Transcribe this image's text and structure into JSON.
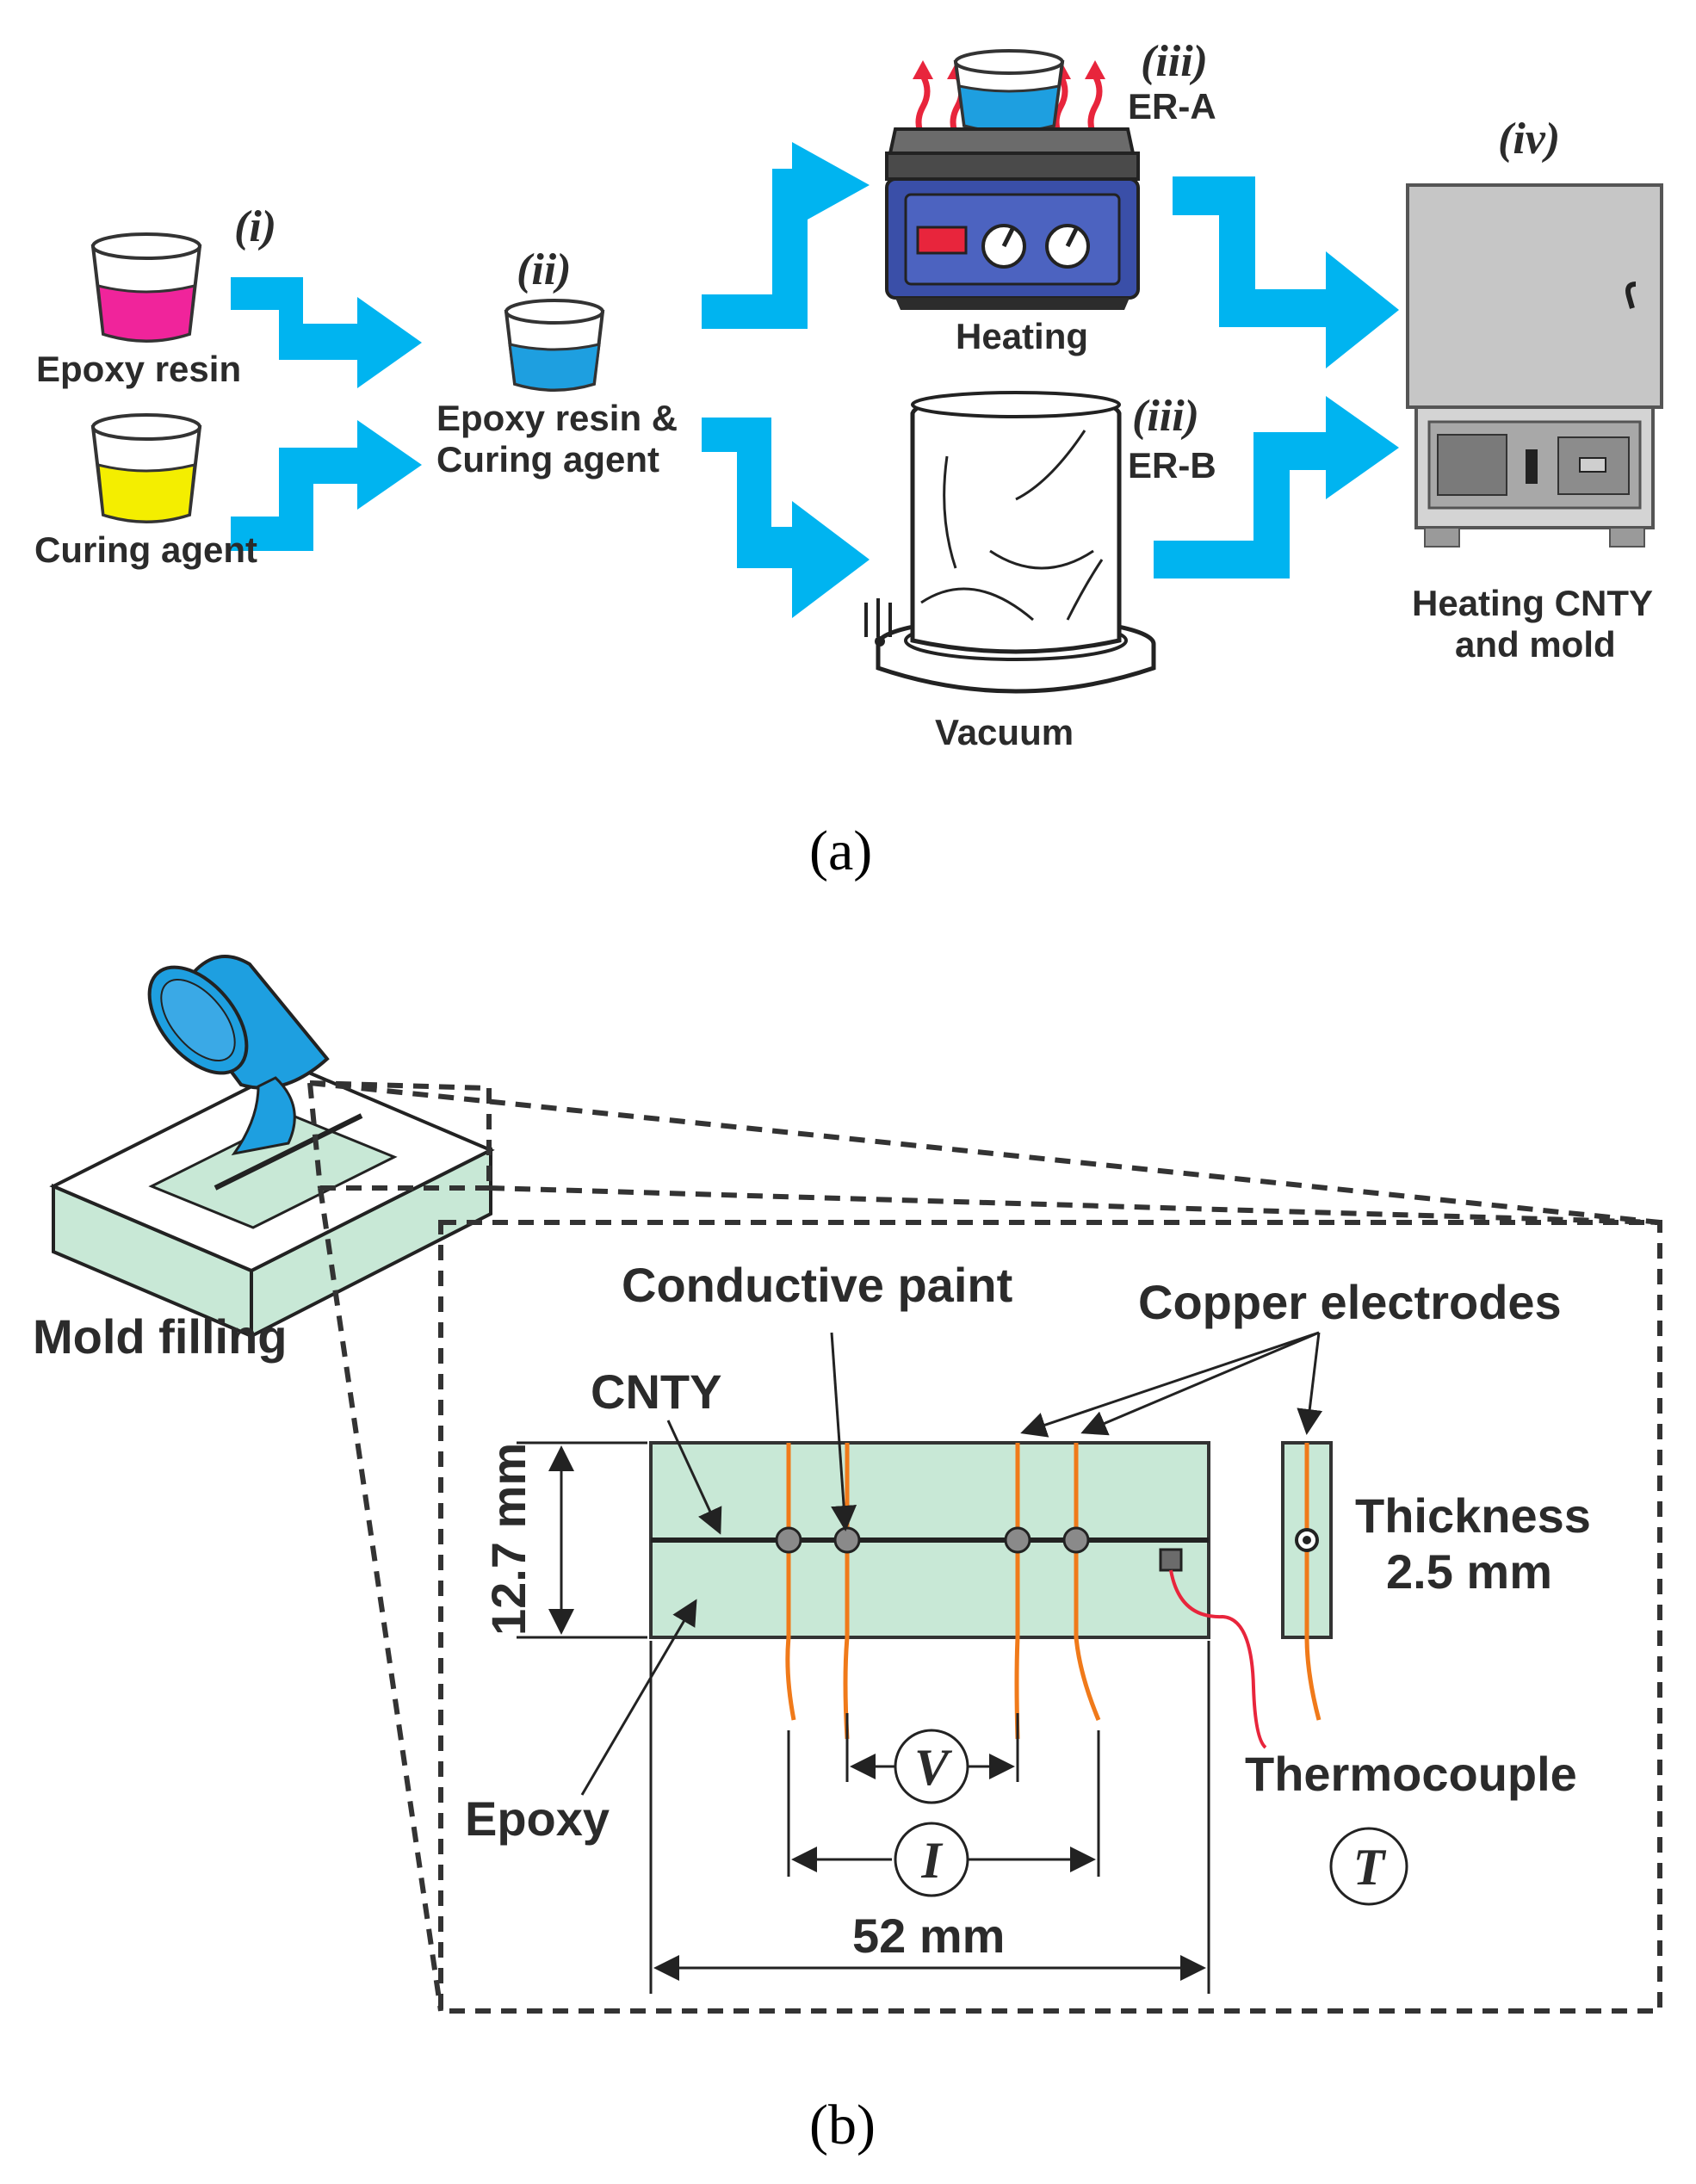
{
  "panel_a": {
    "label": "(a)",
    "steps": {
      "i": "(i)",
      "ii": "(ii)",
      "iii_a": "(iii)",
      "iii_b": "(iii)",
      "iv": "(iv)"
    },
    "epoxy_resin": "Epoxy resin",
    "curing_agent": "Curing agent",
    "mixture_line1": "Epoxy resin &",
    "mixture_line2": "Curing agent",
    "er_a": "ER-A",
    "er_b": "ER-B",
    "heating": "Heating",
    "vacuum": "Vacuum",
    "oven_line1": "Heating CNTY",
    "oven_line2": "and mold"
  },
  "panel_b": {
    "label": "(b)",
    "mold_filling": "Mold filling",
    "conductive_paint": "Conductive paint",
    "copper_electrodes": "Copper electrodes",
    "cnty": "CNTY",
    "width_dim": "12.7 mm",
    "thickness_line1": "Thickness",
    "thickness_line2": "2.5 mm",
    "epoxy": "Epoxy",
    "thermocouple": "Thermocouple",
    "length_dim": "52 mm",
    "meter_v": "V",
    "meter_i": "I",
    "meter_t": "T"
  },
  "colors": {
    "arrow": "#00b4f0",
    "epoxy_resin": "#f0249b",
    "curing_agent": "#f4ee00",
    "mixture": "#1e9fe0",
    "specimen": "#c8e8d6",
    "electrode": "#f07a1a",
    "thermocouple_wire": "#e8253c",
    "heater_body": "#3a4fa8",
    "oven": "#bdbdbd"
  },
  "icons": [
    "beaker-icon",
    "hot-plate-icon",
    "vacuum-chamber-icon",
    "oven-icon",
    "mold-icon",
    "pouring-beaker-icon"
  ]
}
